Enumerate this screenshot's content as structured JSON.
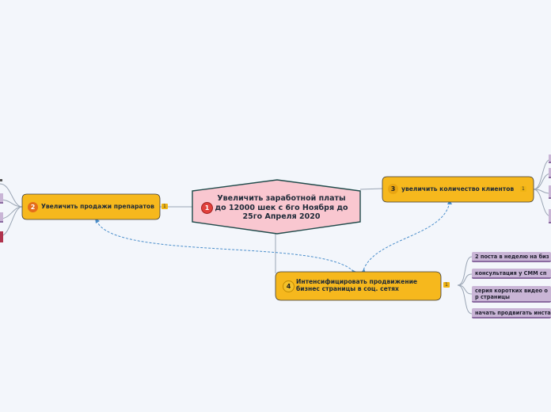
{
  "central": {
    "number": "1",
    "text": "Увеличить заработной платы до 12000 шек с 6го Ноября до 25го Апреля 2020"
  },
  "branches": [
    {
      "number": "2",
      "text": "Увеличить продажи препаратов",
      "fold": "1"
    },
    {
      "number": "3",
      "text": "увеличить количество клиентов",
      "fold": "1"
    },
    {
      "number": "4",
      "text": "Интенсифицировать продвижение бизнес страницы в соц. сетях",
      "fold": "1",
      "subtopics": [
        "2 поста в неделю на биз",
        "консультация у СММ сп",
        "серия коротких видео о р страницы",
        "начать продвигать инста"
      ]
    }
  ],
  "colors": {
    "central_fill": "#f9c7d0",
    "branch_fill": "#f6b81d",
    "subtopic_fill": "#c9b5d6",
    "connector": "#9aa5b4",
    "relationship": "#4a8ecb"
  }
}
